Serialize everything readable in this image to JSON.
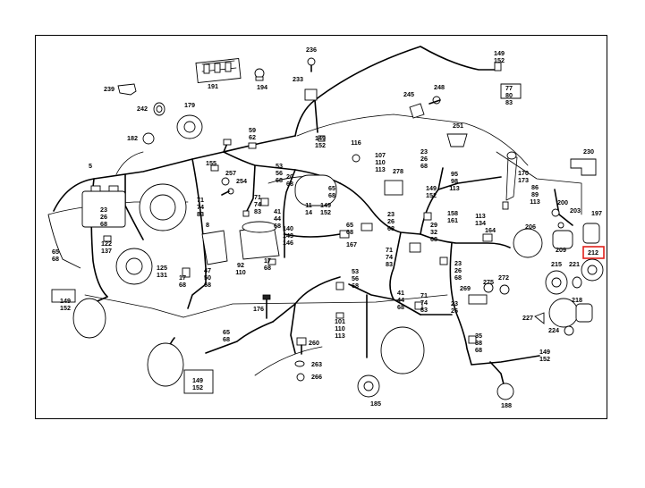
{
  "highlight": {
    "label": "212",
    "color": "#e0201a"
  },
  "labels": [
    {
      "id": "l236",
      "lines": [
        "236"
      ]
    },
    {
      "id": "l149a",
      "lines": [
        "149",
        "152"
      ]
    },
    {
      "id": "l239",
      "lines": [
        "239"
      ]
    },
    {
      "id": "l191",
      "lines": [
        "191"
      ]
    },
    {
      "id": "l194",
      "lines": [
        "194"
      ]
    },
    {
      "id": "l233",
      "lines": [
        "233"
      ]
    },
    {
      "id": "l77",
      "lines": [
        "77",
        "80",
        "83"
      ]
    },
    {
      "id": "l245",
      "lines": [
        "245"
      ]
    },
    {
      "id": "l248",
      "lines": [
        "248"
      ]
    },
    {
      "id": "l242",
      "lines": [
        "242"
      ]
    },
    {
      "id": "l179",
      "lines": [
        "179"
      ]
    },
    {
      "id": "l251",
      "lines": [
        "251"
      ]
    },
    {
      "id": "l182",
      "lines": [
        "182"
      ]
    },
    {
      "id": "l59",
      "lines": [
        "59",
        "62"
      ]
    },
    {
      "id": "l149b",
      "lines": [
        "149",
        "152"
      ]
    },
    {
      "id": "l116",
      "lines": [
        "116"
      ]
    },
    {
      "id": "l230",
      "lines": [
        "230"
      ]
    },
    {
      "id": "l5",
      "lines": [
        "5"
      ]
    },
    {
      "id": "l155",
      "lines": [
        "155"
      ]
    },
    {
      "id": "l53a",
      "lines": [
        "53",
        "56",
        "68"
      ]
    },
    {
      "id": "l20",
      "lines": [
        "20",
        "68"
      ]
    },
    {
      "id": "l107",
      "lines": [
        "107",
        "110",
        "113"
      ]
    },
    {
      "id": "l23a",
      "lines": [
        "23",
        "26",
        "68"
      ]
    },
    {
      "id": "l257",
      "lines": [
        "257"
      ]
    },
    {
      "id": "l254",
      "lines": [
        "254"
      ]
    },
    {
      "id": "l278",
      "lines": [
        "278"
      ]
    },
    {
      "id": "l95",
      "lines": [
        "95",
        "98",
        "113"
      ]
    },
    {
      "id": "l86",
      "lines": [
        "86",
        "89",
        "113"
      ]
    },
    {
      "id": "l170",
      "lines": [
        "170",
        "173"
      ]
    },
    {
      "id": "l71a",
      "lines": [
        "71",
        "74",
        "83"
      ]
    },
    {
      "id": "l65a",
      "lines": [
        "65",
        "68"
      ]
    },
    {
      "id": "l149c",
      "lines": [
        "149",
        "152"
      ]
    },
    {
      "id": "l200",
      "lines": [
        "200"
      ]
    },
    {
      "id": "l203",
      "lines": [
        "203"
      ]
    },
    {
      "id": "l23b",
      "lines": [
        "23",
        "26",
        "68"
      ]
    },
    {
      "id": "l71b",
      "lines": [
        "71",
        "74",
        "83"
      ]
    },
    {
      "id": "l41a",
      "lines": [
        "41",
        "44",
        "68"
      ]
    },
    {
      "id": "l11",
      "lines": [
        "11",
        "14"
      ]
    },
    {
      "id": "l149d",
      "lines": [
        "149",
        "152"
      ]
    },
    {
      "id": "l23c",
      "lines": [
        "23",
        "26",
        "68"
      ]
    },
    {
      "id": "l158",
      "lines": [
        "158",
        "161"
      ]
    },
    {
      "id": "l113",
      "lines": [
        "113",
        "134"
      ]
    },
    {
      "id": "l197",
      "lines": [
        "197"
      ]
    },
    {
      "id": "l8",
      "lines": [
        "8"
      ]
    },
    {
      "id": "l140",
      "lines": [
        "140",
        "143",
        "146"
      ]
    },
    {
      "id": "l65b",
      "lines": [
        "65",
        "68"
      ]
    },
    {
      "id": "l29",
      "lines": [
        "29",
        "32",
        "68"
      ]
    },
    {
      "id": "l206",
      "lines": [
        "206"
      ]
    },
    {
      "id": "l209",
      "lines": [
        "209"
      ]
    },
    {
      "id": "l164",
      "lines": [
        "164"
      ]
    },
    {
      "id": "l122",
      "lines": [
        "122",
        "137"
      ]
    },
    {
      "id": "l167",
      "lines": [
        "167"
      ]
    },
    {
      "id": "l71c",
      "lines": [
        "71",
        "74",
        "83"
      ]
    },
    {
      "id": "l65c",
      "lines": [
        "65",
        "68"
      ]
    },
    {
      "id": "l17a",
      "lines": [
        "17",
        "68"
      ]
    },
    {
      "id": "l212",
      "lines": [
        "212"
      ]
    },
    {
      "id": "l125",
      "lines": [
        "125",
        "131"
      ]
    },
    {
      "id": "l47",
      "lines": [
        "47",
        "50",
        "68"
      ]
    },
    {
      "id": "l92",
      "lines": [
        "92",
        "110"
      ]
    },
    {
      "id": "l23d",
      "lines": [
        "23",
        "26",
        "68"
      ]
    },
    {
      "id": "l215",
      "lines": [
        "215"
      ]
    },
    {
      "id": "l221",
      "lines": [
        "221"
      ]
    },
    {
      "id": "l17b",
      "lines": [
        "17",
        "68"
      ]
    },
    {
      "id": "l53b",
      "lines": [
        "53",
        "56",
        "68"
      ]
    },
    {
      "id": "l275",
      "lines": [
        "275"
      ]
    },
    {
      "id": "l272",
      "lines": [
        "272"
      ]
    },
    {
      "id": "l149e",
      "lines": [
        "149",
        "152"
      ]
    },
    {
      "id": "l41b",
      "lines": [
        "41",
        "44",
        "68"
      ]
    },
    {
      "id": "l269",
      "lines": [
        "269"
      ]
    },
    {
      "id": "l218",
      "lines": [
        "218"
      ]
    },
    {
      "id": "l176",
      "lines": [
        "176"
      ]
    },
    {
      "id": "l23e",
      "lines": [
        "23",
        "26"
      ]
    },
    {
      "id": "l71d",
      "lines": [
        "71",
        "74",
        "83"
      ]
    },
    {
      "id": "l101",
      "lines": [
        "101",
        "110",
        "113"
      ]
    },
    {
      "id": "l227",
      "lines": [
        "227"
      ]
    },
    {
      "id": "l65d",
      "lines": [
        "65",
        "68"
      ]
    },
    {
      "id": "l224",
      "lines": [
        "224"
      ]
    },
    {
      "id": "l35",
      "lines": [
        "35",
        "38",
        "68"
      ]
    },
    {
      "id": "l260",
      "lines": [
        "260"
      ]
    },
    {
      "id": "l149f",
      "lines": [
        "149",
        "152"
      ]
    },
    {
      "id": "l263",
      "lines": [
        "263"
      ]
    },
    {
      "id": "l266",
      "lines": [
        "266"
      ]
    },
    {
      "id": "l149g",
      "lines": [
        "149",
        "152"
      ]
    },
    {
      "id": "l185",
      "lines": [
        "185"
      ]
    },
    {
      "id": "l188",
      "lines": [
        "188"
      ]
    }
  ]
}
